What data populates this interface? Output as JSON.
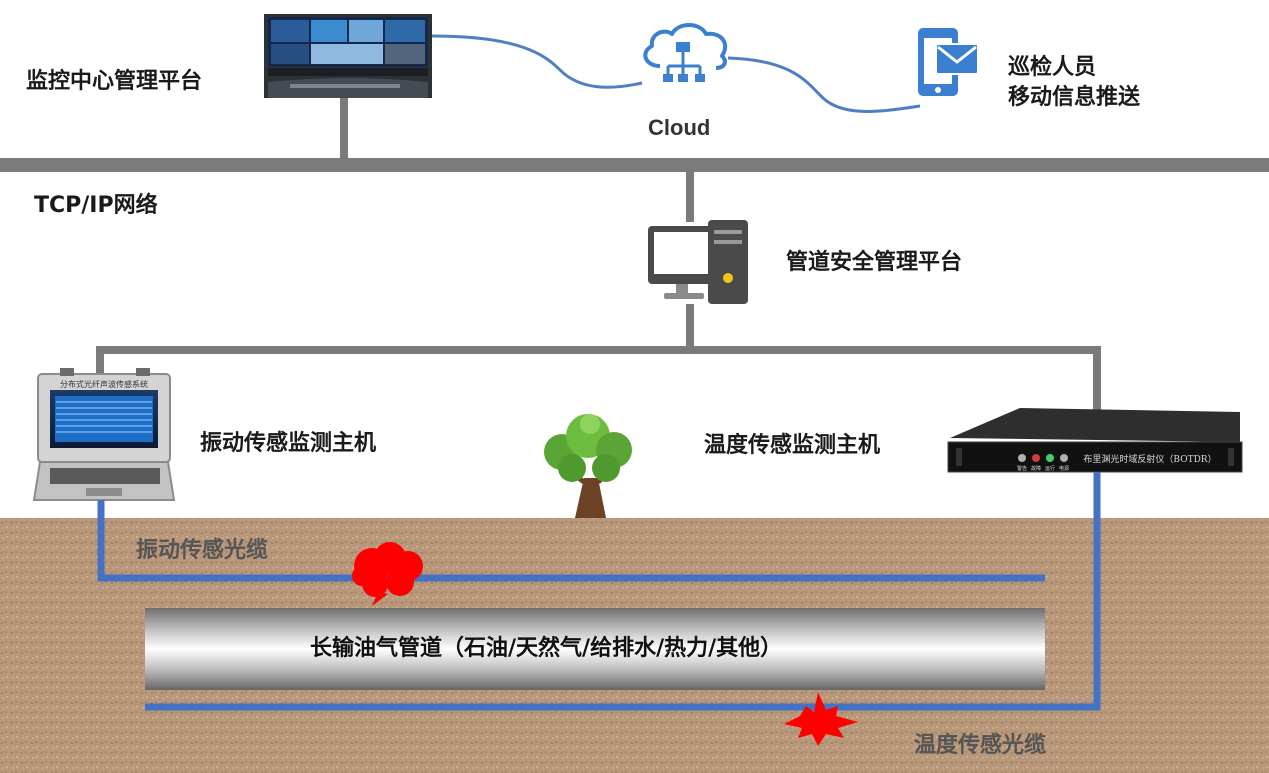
{
  "labels": {
    "monitoring_center": "监控中心管理平台",
    "cloud": "Cloud",
    "patrol_line1": "巡检人员",
    "patrol_line2": "移动信息推送",
    "tcpip": "TCP/IP网络",
    "pipeline_platform": "管道安全管理平台",
    "vibration_host": "振动传感监测主机",
    "temperature_host": "温度传感监测主机",
    "vibration_cable": "振动传感光缆",
    "temperature_cable": "温度传感光缆",
    "pipeline": "长输油气管道（石油/天然气/给排水/热力/其他）"
  },
  "device_text": {
    "laptop_title": "分布式光纤声波传感系统",
    "rack_title": "布里渊光时域反射仪（BOTDR）",
    "rack_leds": [
      "警告",
      "故障",
      "运行",
      "电源"
    ]
  },
  "colors": {
    "network_line": "#7a7a7a",
    "fiber": "#4472c4",
    "soil": "#b8977a",
    "alarm": "#ff0000",
    "cloud_icon": "#3b7fd1"
  },
  "icons": {
    "cloud": "cloud-network-icon",
    "mobile": "mobile-message-icon",
    "server": "desktop-server-icon",
    "tree": "tree-icon",
    "alarm_splash": "alarm-splash-icon",
    "video_wall": "video-wall-image",
    "laptop": "rugged-laptop-image",
    "rack": "rack-instrument-image"
  }
}
